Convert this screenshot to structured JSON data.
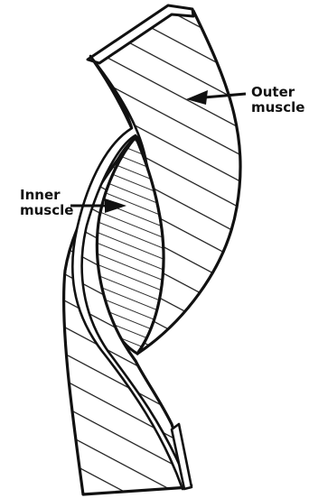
{
  "labels": {
    "outer": [
      "Outer",
      "muscle"
    ],
    "inner": [
      "Inner",
      "muscle"
    ]
  }
}
